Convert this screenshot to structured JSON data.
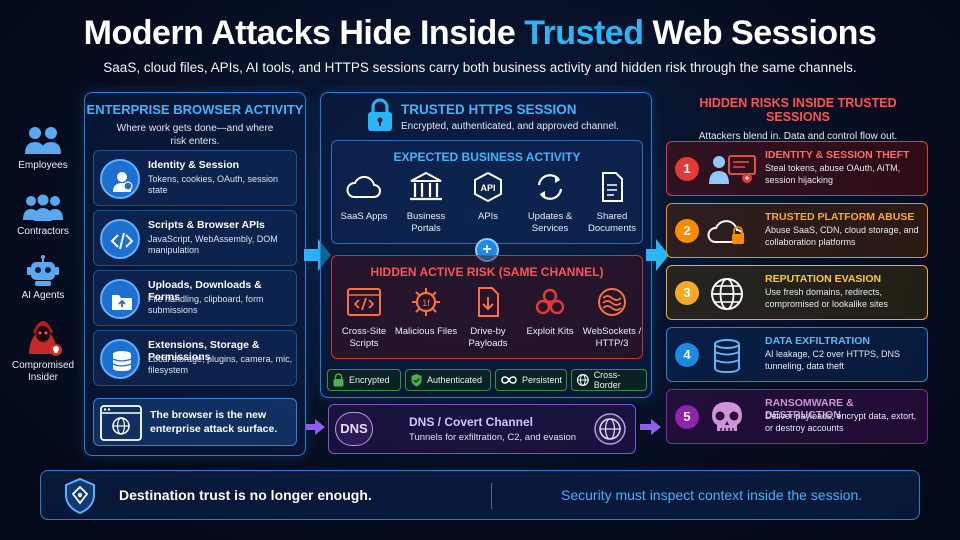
{
  "header": {
    "title_part1": "Modern Attacks Hide Inside ",
    "title_highlight": "Trusted",
    "title_part2": " Web Sessions",
    "subtitle": "SaaS, cloud files, APIs, AI tools, and HTTPS sessions carry both business activity and hidden risk through the same channels."
  },
  "actors": [
    {
      "label": "Employees",
      "icon": "employees-icon"
    },
    {
      "label": "Contractors",
      "icon": "contractors-icon"
    },
    {
      "label": "AI Agents",
      "icon": "robot-icon"
    },
    {
      "label": "Compromised Insider",
      "icon": "hacker-icon"
    }
  ],
  "left_panel": {
    "title": "ENTERPRISE BROWSER ACTIVITY",
    "subtitle": "Where work gets done—and where risk enters.",
    "items": [
      {
        "title": "Identity & Session",
        "desc": "Tokens, cookies, OAuth, session state",
        "icon": "user-icon"
      },
      {
        "title": "Scripts & Browser APIs",
        "desc": "JavaScript, WebAssembly, DOM manipulation",
        "icon": "code-icon"
      },
      {
        "title": "Uploads, Downloads & Forms",
        "desc": "File handling, clipboard, form submissions",
        "icon": "folder-icon"
      },
      {
        "title": "Extensions, Storage & Permissions",
        "desc": "Local storage, plugins, camera, mic, filesystem",
        "icon": "database-icon"
      }
    ],
    "footer": "The browser is the new enterprise attack surface."
  },
  "middle_panel": {
    "title": "TRUSTED HTTPS SESSION",
    "subtitle": "Encrypted, authenticated, and approved channel.",
    "expected": {
      "title": "EXPECTED BUSINESS ACTIVITY",
      "items": [
        {
          "label": "SaaS Apps",
          "icon": "cloud-icon"
        },
        {
          "label": "Business Portals",
          "icon": "building-icon"
        },
        {
          "label": "APIs",
          "icon": "api-icon"
        },
        {
          "label": "Updates & Services",
          "icon": "sync-icon"
        },
        {
          "label": "Shared Documents",
          "icon": "document-icon"
        }
      ]
    },
    "hidden": {
      "title": "HIDDEN ACTIVE RISK (SAME CHANNEL)",
      "items": [
        {
          "label": "Cross-Site Scripts",
          "icon": "code-window-icon"
        },
        {
          "label": "Malicious Files",
          "icon": "virus-icon"
        },
        {
          "label": "Drive-by Payloads",
          "icon": "download-file-icon"
        },
        {
          "label": "Exploit Kits",
          "icon": "biohazard-icon"
        },
        {
          "label": "WebSockets / HTTP/3",
          "icon": "waves-icon"
        }
      ]
    },
    "badges": [
      {
        "label": "Encrypted",
        "icon": "lock-icon"
      },
      {
        "label": "Authenticated",
        "icon": "shield-check-icon"
      },
      {
        "label": "Persistent",
        "icon": "infinity-icon"
      },
      {
        "label": "Cross-Border",
        "icon": "globe-icon"
      }
    ],
    "dns": {
      "badge": "DNS",
      "title": "DNS / Covert Channel",
      "desc": "Tunnels for exfiltration, C2, and evasion"
    }
  },
  "right_panel": {
    "title": "HIDDEN RISKS INSIDE TRUSTED SESSIONS",
    "subtitle": "Attackers blend in. Data and control flow out.",
    "items": [
      {
        "num": "1",
        "title": "IDENTITY & SESSION THEFT",
        "desc": "Steal tokens, abuse OAuth, AiTM, session hijacking",
        "color": "#e53935",
        "icon": "identity-theft-icon"
      },
      {
        "num": "2",
        "title": "TRUSTED PLATFORM ABUSE",
        "desc": "Abuse SaaS, CDN, cloud storage, and collaboration platforms",
        "color": "#fb8c00",
        "icon": "cloud-lock-icon"
      },
      {
        "num": "3",
        "title": "REPUTATION EVASION",
        "desc": "Use fresh domains, redirects, compromised or lookalike sites",
        "color": "#f9a825",
        "icon": "globe-icon"
      },
      {
        "num": "4",
        "title": "DATA EXFILTRATION",
        "desc": "AI leakage, C2 over HTTPS, DNS tunneling, data theft",
        "color": "#1e88e5",
        "icon": "database-icon"
      },
      {
        "num": "5",
        "title": "RANSOMWARE & DESTRUCTION",
        "desc": "Deliver payloads, encrypt data, extort, or destroy accounts",
        "color": "#8e24aa",
        "icon": "skull-icon"
      }
    ]
  },
  "footer": {
    "left": "Destination trust is no longer enough.",
    "right": "Security must inspect context inside the session."
  }
}
